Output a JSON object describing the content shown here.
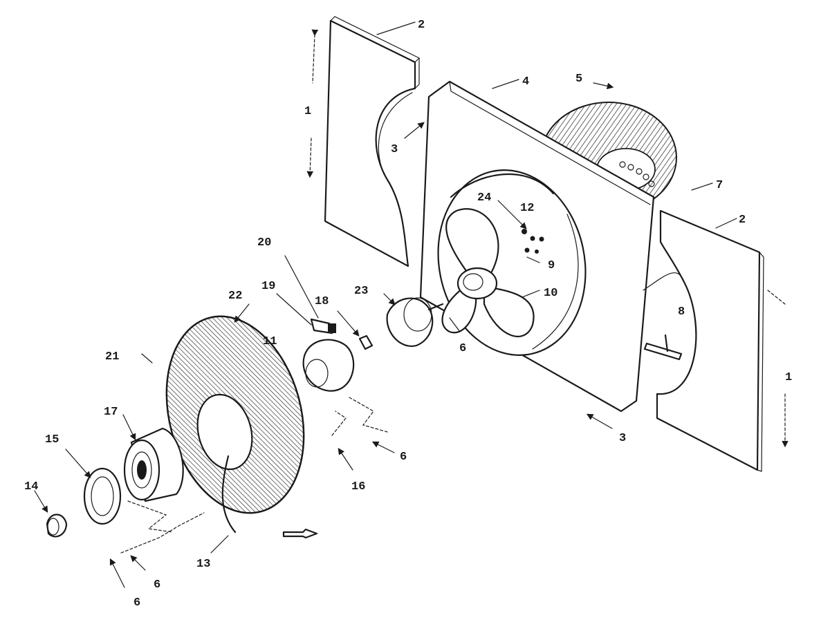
{
  "callouts": {
    "c1_left": "1",
    "c1_right": "1",
    "c2_top": "2",
    "c2_right": "2",
    "c3_left": "3",
    "c3_bottom": "3",
    "c4": "4",
    "c5": "5",
    "c6_a": "6",
    "c6_b": "6",
    "c6_c": "6",
    "c6_d": "6",
    "c7": "7",
    "c8": "8",
    "c9": "9",
    "c10": "10",
    "c11": "11",
    "c12": "12",
    "c13": "13",
    "c14": "14",
    "c15": "15",
    "c16": "16",
    "c17": "17",
    "c18": "18",
    "c19": "19",
    "c20": "20",
    "c21": "21",
    "c22": "22",
    "c23": "23",
    "c24": "24"
  }
}
